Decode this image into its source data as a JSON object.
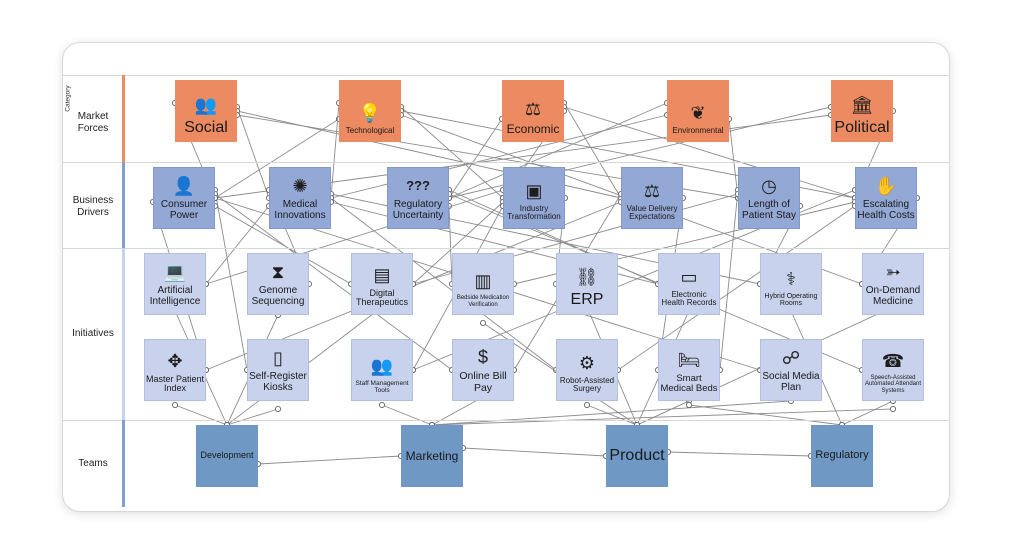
{
  "category_label": "Category",
  "lanes": [
    {
      "key": "market",
      "label": "Market Forces"
    },
    {
      "key": "drivers",
      "label": "Business Drivers"
    },
    {
      "key": "initiatives",
      "label": "Initiatives"
    },
    {
      "key": "teams",
      "label": "Teams"
    }
  ],
  "colors": {
    "market": "#ec8a61",
    "drivers": "#94a8d6",
    "initiatives": "#c8d2ec",
    "teams": "#6f98c4",
    "bar_market": "#ec8a61",
    "bar_other": "#7f9fd0",
    "link": "#8c8c8c"
  },
  "nodes": {
    "mf1": {
      "label": "Social",
      "icon": "people-icon"
    },
    "mf2": {
      "label": "Technological",
      "icon": "bulb-gear-icon"
    },
    "mf3": {
      "label": "Economic",
      "icon": "money-scale-icon"
    },
    "mf4": {
      "label": "Environmental",
      "icon": "leaf-icon"
    },
    "mf5": {
      "label": "Political",
      "icon": "capitol-icon"
    },
    "bd1": {
      "label": "Consumer Power",
      "icon": "person-money-icon"
    },
    "bd2": {
      "label": "Medical Innovations",
      "icon": "brain-icon"
    },
    "bd3": {
      "label": "Regulatory Uncertainty",
      "icon": "question-icon"
    },
    "bd4": {
      "label": "Industry Transformation",
      "icon": "chip-icon"
    },
    "bd5": {
      "label": "Value Delivery Expectations",
      "icon": "scale-icon"
    },
    "bd6": {
      "label": "Length of Patient Stay",
      "icon": "clock-icon"
    },
    "bd7": {
      "label": "Escalating Health Costs",
      "icon": "hand-money-icon"
    },
    "in1": {
      "label": "Artificial Intelligence",
      "icon": "laptop-brain-icon"
    },
    "in2": {
      "label": "Genome Sequencing",
      "icon": "dna-icon"
    },
    "in3": {
      "label": "Digital Therapeutics",
      "icon": "tablet-health-icon"
    },
    "in4": {
      "label": "Bedside Medication Verification",
      "icon": "barcode-icon"
    },
    "in5": {
      "label": "ERP",
      "icon": "network-icon"
    },
    "in6": {
      "label": "Electronic Health Records",
      "icon": "monitor-icon"
    },
    "in7": {
      "label": "Hybrid Operating Rooms",
      "icon": "operating-icon"
    },
    "in8": {
      "label": "On-Demand Medicine",
      "icon": "delivery-icon"
    },
    "in9": {
      "label": "Master Patient Index",
      "icon": "hierarchy-icon"
    },
    "in10": {
      "label": "Self-Register Kiosks",
      "icon": "kiosk-icon"
    },
    "in11": {
      "label": "Staff Management Tools",
      "icon": "staff-icon"
    },
    "in12": {
      "label": "Online Bill Pay",
      "icon": "phone-dollar-icon"
    },
    "in13": {
      "label": "Robot-Assisted Surgery",
      "icon": "robot-arm-icon"
    },
    "in14": {
      "label": "Smart Medical Beds",
      "icon": "bed-icon"
    },
    "in15": {
      "label": "Social Media Plan",
      "icon": "social-icon"
    },
    "in16": {
      "label": "Speech-Assisted Automated Attendant Systems",
      "icon": "telephone-icon"
    },
    "tm1": {
      "label": "Development",
      "icon": ""
    },
    "tm2": {
      "label": "Marketing",
      "icon": ""
    },
    "tm3": {
      "label": "Product",
      "icon": ""
    },
    "tm4": {
      "label": "Regulatory",
      "icon": ""
    }
  },
  "links": [
    [
      "mf1",
      "bd1"
    ],
    [
      "mf1",
      "bd2"
    ],
    [
      "mf1",
      "bd5"
    ],
    [
      "mf1",
      "bd6"
    ],
    [
      "mf2",
      "bd1"
    ],
    [
      "mf2",
      "bd2"
    ],
    [
      "mf2",
      "bd4"
    ],
    [
      "mf2",
      "bd7"
    ],
    [
      "mf2",
      "in8"
    ],
    [
      "mf3",
      "bd3"
    ],
    [
      "mf3",
      "bd5"
    ],
    [
      "mf3",
      "bd7"
    ],
    [
      "mf3",
      "bd4"
    ],
    [
      "mf4",
      "bd2"
    ],
    [
      "mf4",
      "bd6"
    ],
    [
      "mf4",
      "bd3"
    ],
    [
      "mf5",
      "bd3"
    ],
    [
      "mf5",
      "bd7"
    ],
    [
      "mf5",
      "bd1"
    ],
    [
      "bd1",
      "in3"
    ],
    [
      "bd1",
      "in10"
    ],
    [
      "bd1",
      "in12"
    ],
    [
      "bd1",
      "in15"
    ],
    [
      "bd1",
      "in9"
    ],
    [
      "bd2",
      "in1"
    ],
    [
      "bd2",
      "in2"
    ],
    [
      "bd2",
      "in7"
    ],
    [
      "bd2",
      "in13"
    ],
    [
      "bd2",
      "in6"
    ],
    [
      "bd3",
      "in4"
    ],
    [
      "bd3",
      "in6"
    ],
    [
      "bd3",
      "in16"
    ],
    [
      "bd4",
      "in5"
    ],
    [
      "bd4",
      "in3"
    ],
    [
      "bd4",
      "in11"
    ],
    [
      "bd4",
      "in1"
    ],
    [
      "bd5",
      "in12"
    ],
    [
      "bd5",
      "in14"
    ],
    [
      "bd5",
      "in9"
    ],
    [
      "bd6",
      "in7"
    ],
    [
      "bd6",
      "in14"
    ],
    [
      "bd6",
      "in3"
    ],
    [
      "bd7",
      "in8"
    ],
    [
      "bd7",
      "in4"
    ],
    [
      "bd7",
      "in13"
    ],
    [
      "bd7",
      "in11"
    ],
    [
      "in1",
      "tm1"
    ],
    [
      "in2",
      "tm1"
    ],
    [
      "in9",
      "tm1"
    ],
    [
      "in10",
      "tm1"
    ],
    [
      "in3",
      "tm1"
    ],
    [
      "in12",
      "tm2"
    ],
    [
      "in15",
      "tm2"
    ],
    [
      "in11",
      "tm2"
    ],
    [
      "in16",
      "tm2"
    ],
    [
      "in5",
      "tm3"
    ],
    [
      "in6",
      "tm3"
    ],
    [
      "in14",
      "tm3"
    ],
    [
      "in13",
      "tm3"
    ],
    [
      "in4",
      "tm3"
    ],
    [
      "in8",
      "tm3"
    ],
    [
      "in7",
      "tm4"
    ],
    [
      "in16",
      "tm4"
    ],
    [
      "in14",
      "tm4"
    ],
    [
      "tm1",
      "tm2"
    ],
    [
      "tm2",
      "tm3"
    ],
    [
      "tm3",
      "tm4"
    ]
  ]
}
